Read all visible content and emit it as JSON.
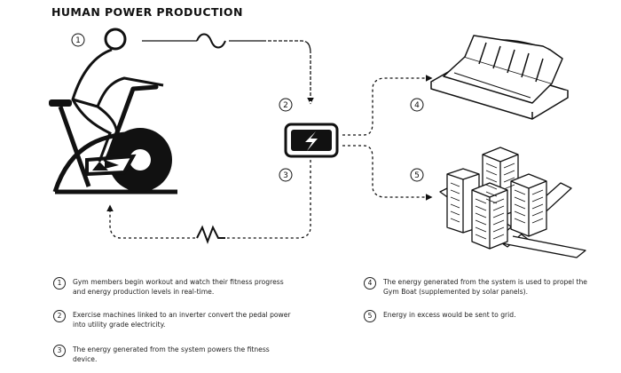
{
  "title": "HUMAN POWER PRODUCTION",
  "steps": [
    {
      "num": "1",
      "text": "Gym members begin workout and watch their fitness progress and energy production levels in real-time."
    },
    {
      "num": "2",
      "text": "Exercise machines linked to an inverter convert the pedal power into utility grade electricity."
    },
    {
      "num": "3",
      "text": "The energy generated from the system powers the fitness device."
    },
    {
      "num": "4",
      "text": "The energy generated from the system is used to propel the Gym Boat (supplemented by solar panels)."
    },
    {
      "num": "5",
      "text": "Energy in excess would be sent to grid."
    }
  ],
  "icons": {
    "cyclist": "person-on-exercise-bike-icon",
    "inverter": "lightning-bolt-battery-icon",
    "boat": "gym-boat-icon",
    "city": "city-buildings-icon",
    "ac": "sine-wave-icon",
    "dc": "zigzag-wave-icon"
  }
}
